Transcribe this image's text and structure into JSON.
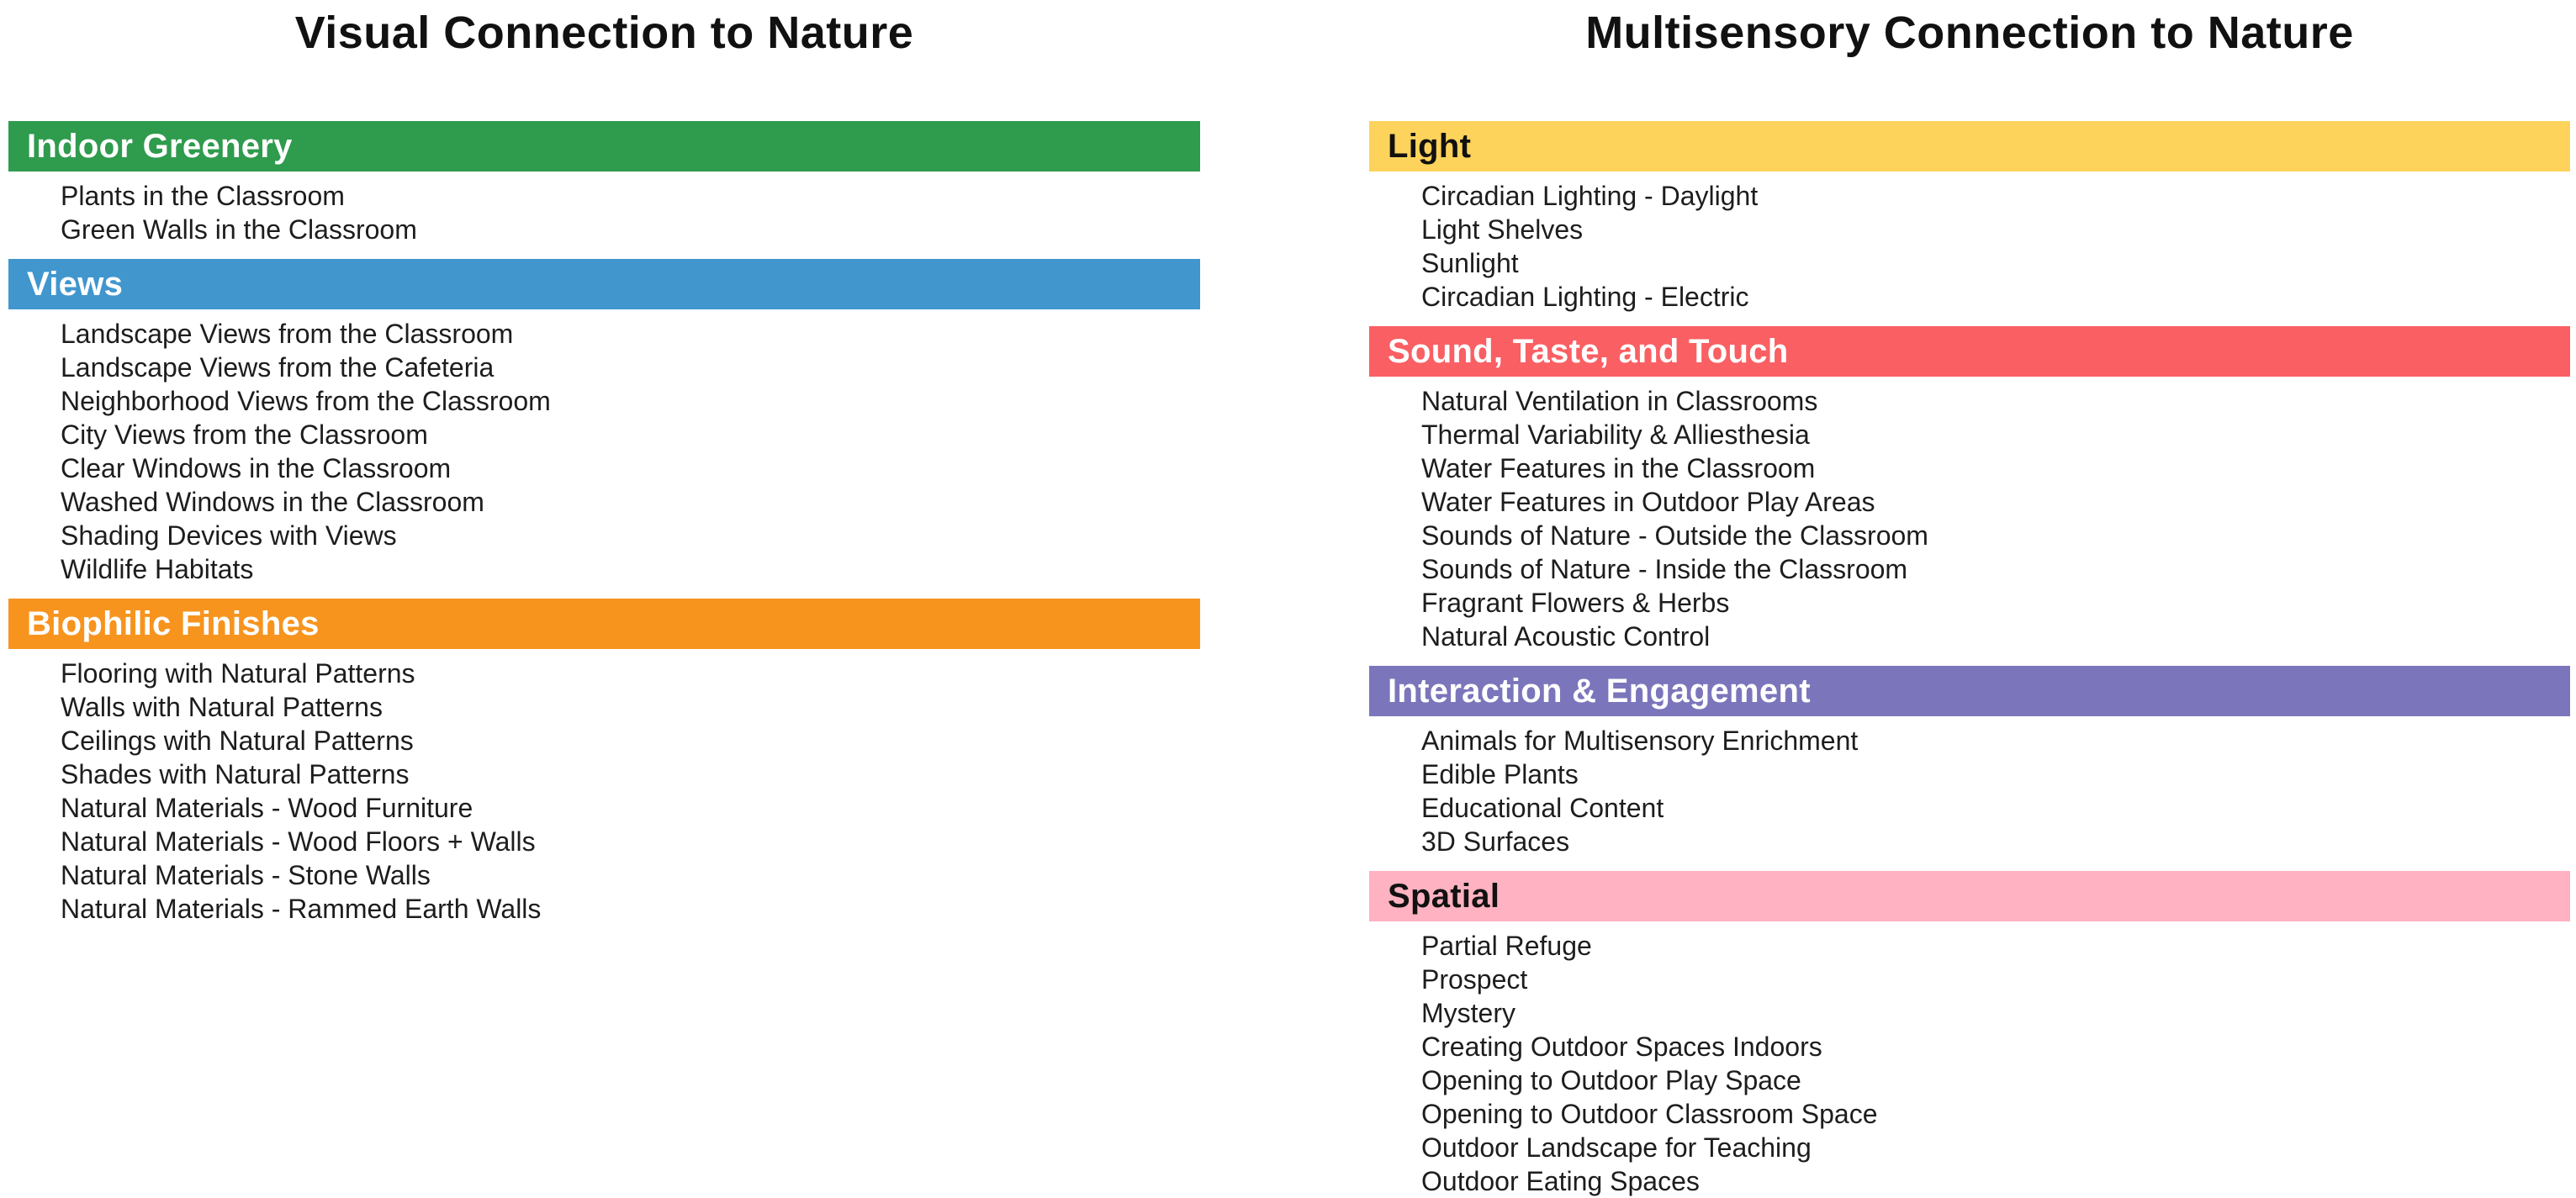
{
  "page": {
    "background_color": "#ffffff",
    "item_text_color": "#1d1d1d",
    "title_text_color": "#111111"
  },
  "columns": [
    {
      "title": "Visual Connection to Nature",
      "sections": [
        {
          "header": "Indoor Greenery",
          "color": "#2f9b4d",
          "text_color": "#ffffff",
          "items": [
            "Plants in the Classroom",
            "Green Walls in the Classroom"
          ]
        },
        {
          "header": "Views",
          "color": "#4196ce",
          "text_color": "#ffffff",
          "items": [
            "Landscape Views from the Classroom",
            "Landscape Views from the Cafeteria",
            "Neighborhood Views from the Classroom",
            "City Views from the Classroom",
            "Clear Windows in the Classroom",
            "Washed Windows in the Classroom",
            "Shading Devices with Views",
            "Wildlife Habitats"
          ]
        },
        {
          "header": "Biophilic Finishes",
          "color": "#f7941e",
          "text_color": "#ffffff",
          "items": [
            "Flooring with Natural Patterns",
            "Walls with Natural Patterns",
            "Ceilings with Natural Patterns",
            "Shades with Natural Patterns",
            "Natural Materials - Wood Furniture",
            "Natural Materials - Wood Floors + Walls",
            "Natural Materials - Stone Walls",
            "Natural Materials - Rammed Earth Walls"
          ]
        }
      ]
    },
    {
      "title": "Multisensory Connection to Nature",
      "sections": [
        {
          "header": "Light",
          "color": "#fed35c",
          "text_color": "#111111",
          "items": [
            "Circadian Lighting - Daylight",
            "Light Shelves",
            "Sunlight",
            "Circadian Lighting - Electric"
          ]
        },
        {
          "header": "Sound, Taste, and Touch",
          "color": "#fa5f63",
          "text_color": "#ffffff",
          "items": [
            "Natural Ventilation in Classrooms",
            "Thermal Variability & Alliesthesia",
            "Water Features in the Classroom",
            "Water Features in Outdoor Play Areas",
            "Sounds of Nature - Outside the Classroom",
            "Sounds of Nature - Inside the Classroom",
            "Fragrant Flowers & Herbs",
            "Natural Acoustic Control"
          ]
        },
        {
          "header": "Interaction & Engagement",
          "color": "#7b76bb",
          "text_color": "#ffffff",
          "items": [
            "Animals for Multisensory Enrichment",
            "Edible Plants",
            "Educational Content",
            "3D Surfaces"
          ]
        },
        {
          "header": "Spatial",
          "color": "#ffb2c1",
          "text_color": "#111111",
          "items": [
            "Partial Refuge",
            "Prospect",
            "Mystery",
            "Creating Outdoor Spaces Indoors",
            "Opening to Outdoor Play Space",
            "Opening to Outdoor Classroom Space",
            "Outdoor Landscape for Teaching",
            "Outdoor Eating Spaces"
          ]
        }
      ]
    }
  ]
}
